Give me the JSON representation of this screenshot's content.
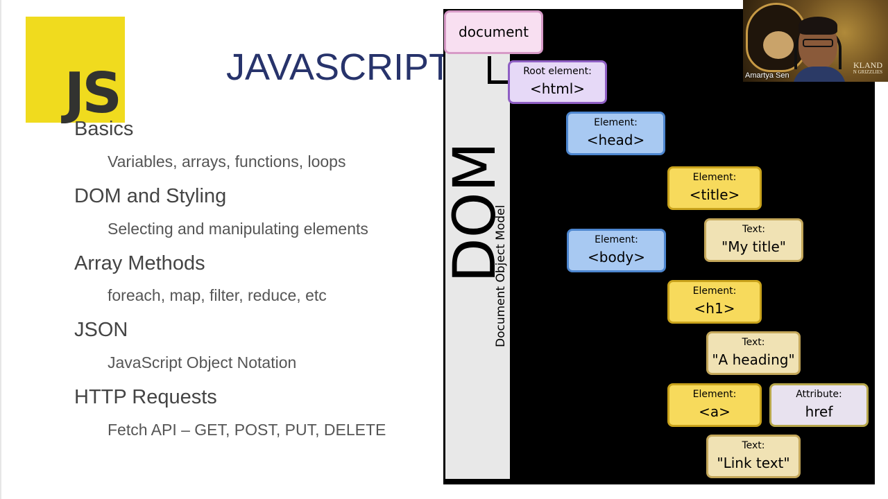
{
  "slide": {
    "logo_text": "JS",
    "title": "JAVASCRIPT",
    "topics": [
      {
        "heading": "Basics",
        "sub": "Variables, arrays, functions, loops"
      },
      {
        "heading": "DOM and Styling",
        "sub": "Selecting and manipulating elements"
      },
      {
        "heading": "Array Methods",
        "sub": "foreach, map, filter, reduce, etc"
      },
      {
        "heading": "JSON",
        "sub": "JavaScript Object Notation"
      },
      {
        "heading": "HTTP Requests",
        "sub": "Fetch API – GET, POST, PUT, DELETE"
      }
    ]
  },
  "diagram": {
    "big_label": "DOM",
    "sub_label": "Document Object Model",
    "nodes": {
      "document": {
        "value": "document"
      },
      "html": {
        "label": "Root element:",
        "value": "<html>"
      },
      "head": {
        "label": "Element:",
        "value": "<head>"
      },
      "title": {
        "label": "Element:",
        "value": "<title>"
      },
      "title_text": {
        "label": "Text:",
        "value": "\"My title\""
      },
      "body": {
        "label": "Element:",
        "value": "<body>"
      },
      "h1": {
        "label": "Element:",
        "value": "<h1>"
      },
      "h1_text": {
        "label": "Text:",
        "value": "\"A heading\""
      },
      "a": {
        "label": "Element:",
        "value": "<a>"
      },
      "href": {
        "label": "Attribute:",
        "value": "href"
      },
      "a_text": {
        "label": "Text:",
        "value": "\"Link text\""
      }
    },
    "colors": {
      "document": "#f8dff1",
      "root": "#e6d9f7",
      "element_blue": "#a8c9f2",
      "element_yellow": "#f7da5c",
      "text": "#f0e2b4",
      "attribute": "#e8e2ef"
    }
  },
  "webcam": {
    "name": "Amartya Sen",
    "org_line1": "KLAND",
    "org_line2": "N GRIZZLIES"
  },
  "colors": {
    "title": "#27336b",
    "js_logo_bg": "#f0db1e",
    "js_logo_text": "#323330"
  }
}
